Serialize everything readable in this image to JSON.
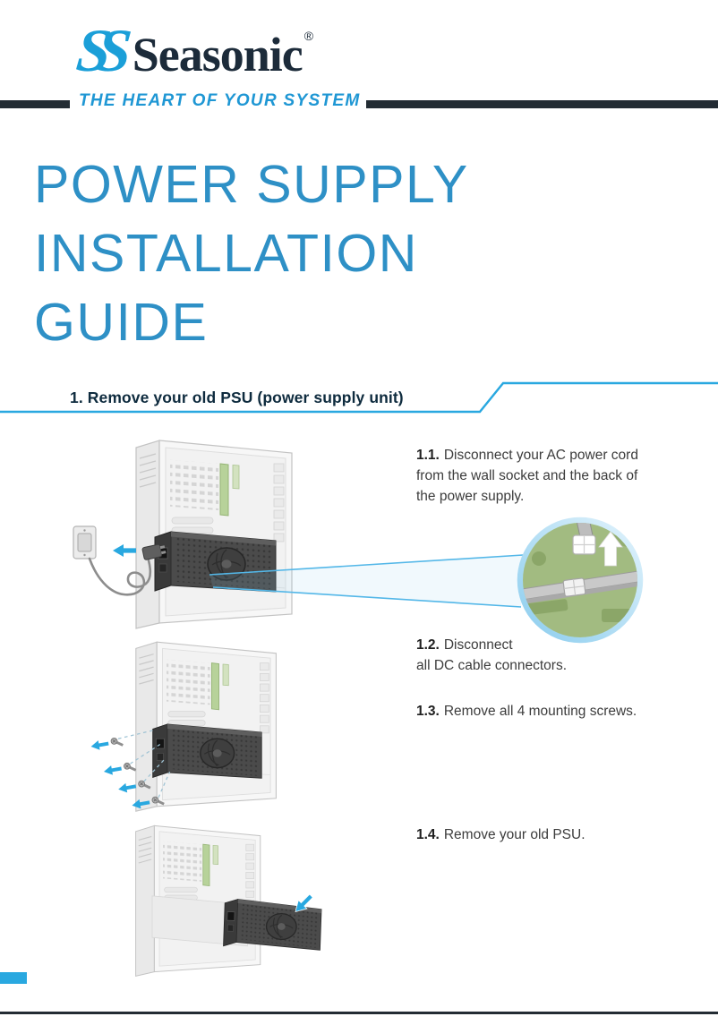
{
  "brand": {
    "logo_mark": "SS",
    "logo_text": "Seasonic",
    "registered": "®",
    "tagline": "THE HEART OF YOUR SYSTEM"
  },
  "title": {
    "lines": [
      "POWER SUPPLY",
      "INSTALLATION",
      "GUIDE"
    ]
  },
  "section1": {
    "heading": "1. Remove your old PSU (power supply unit)"
  },
  "steps": [
    {
      "label": "1.1.",
      "text": "Disconnect your AC power cord\nfrom the wall socket and the back of\nthe power supply."
    },
    {
      "label": "1.2.",
      "text": "Disconnect\nall DC cable connectors."
    },
    {
      "label": "1.3.",
      "text": "Remove all 4 mounting screws."
    },
    {
      "label": "1.4.",
      "text": "Remove your old PSU."
    }
  ],
  "icons": {
    "unplug_arrow": "left-arrow",
    "screw_arrows": "left-arrows",
    "psu_removal_arrow": "down-left-arrow",
    "zoom_detail_arrow": "up-arrow"
  },
  "colors": {
    "accent_blue": "#29a8e0",
    "title_blue": "#2e90c6",
    "tagline_blue": "#1f97d4",
    "dark_bar": "#232c34",
    "logo_navy": "#1c2b3a",
    "illustration_green": "#a2bb81"
  }
}
